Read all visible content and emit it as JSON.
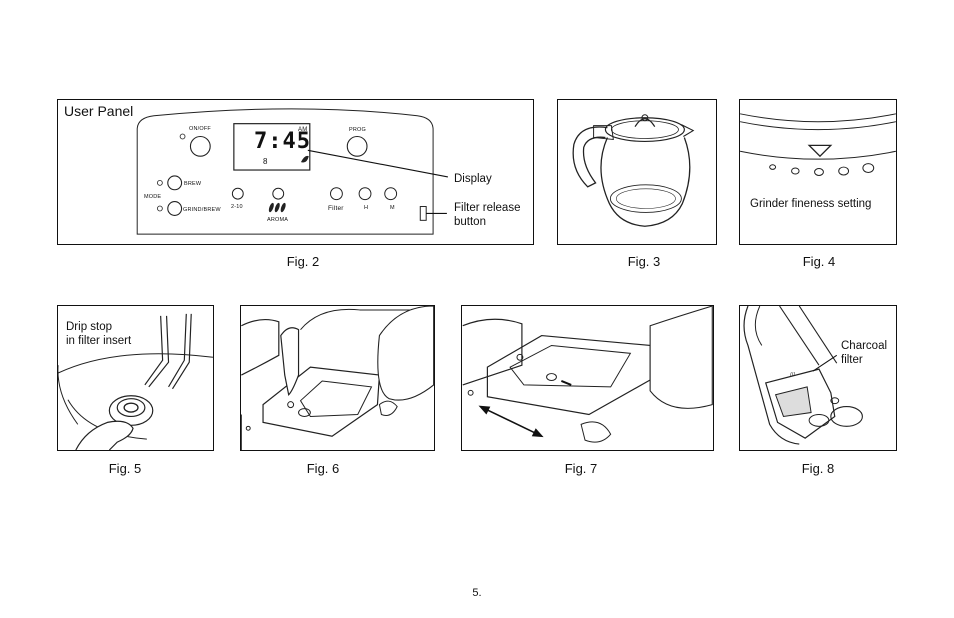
{
  "fig2": {
    "panel_title": "User Panel",
    "display_time": "7:45",
    "display_am": "AM",
    "display_num": "8",
    "btn_onoff": "ON/OFF",
    "btn_prog": "PROG",
    "btn_brew": "BREW",
    "btn_mode": "MODE",
    "btn_grindbrew": "GRIND/BREW",
    "btn_range": "2-10",
    "btn_aroma": "AROMA",
    "btn_filter": "Filter",
    "btn_h": "H",
    "btn_m": "M",
    "callout_display": "Display",
    "callout_filter_release_1": "Filter release",
    "callout_filter_release_2": "button",
    "caption": "Fig. 2"
  },
  "fig3": {
    "caption": "Fig. 3"
  },
  "fig4": {
    "label": "Grinder fineness setting",
    "caption": "Fig. 4"
  },
  "fig5": {
    "label_1": "Drip stop",
    "label_2": "in filter insert",
    "caption": "Fig. 5"
  },
  "fig6": {
    "caption": "Fig. 6"
  },
  "fig7": {
    "caption": "Fig. 7"
  },
  "fig8": {
    "label_1": "Charcoal",
    "label_2": "filter",
    "small_mark": "///",
    "caption": "Fig. 8"
  },
  "page": {
    "number": "5."
  }
}
